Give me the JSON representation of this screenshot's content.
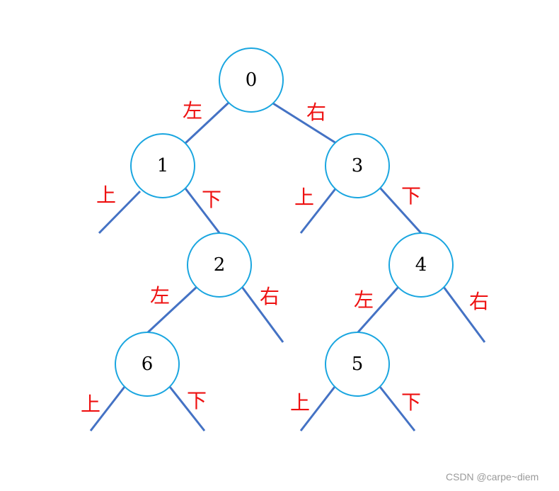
{
  "nodes": [
    {
      "id": "n0",
      "label": "0"
    },
    {
      "id": "n1",
      "label": "1"
    },
    {
      "id": "n3",
      "label": "3"
    },
    {
      "id": "n2",
      "label": "2"
    },
    {
      "id": "n4",
      "label": "4"
    },
    {
      "id": "n6",
      "label": "6"
    },
    {
      "id": "n5",
      "label": "5"
    }
  ],
  "edges": [
    {
      "from": "n0",
      "to": "n1",
      "label": "左"
    },
    {
      "from": "n0",
      "to": "n3",
      "label": "右"
    },
    {
      "from": "n1",
      "to": null,
      "label": "上"
    },
    {
      "from": "n1",
      "to": "n2",
      "label": "下"
    },
    {
      "from": "n3",
      "to": null,
      "label": "上"
    },
    {
      "from": "n3",
      "to": "n4",
      "label": "下"
    },
    {
      "from": "n2",
      "to": "n6",
      "label": "左"
    },
    {
      "from": "n2",
      "to": null,
      "label": "右"
    },
    {
      "from": "n4",
      "to": "n5",
      "label": "左"
    },
    {
      "from": "n4",
      "to": null,
      "label": "右"
    },
    {
      "from": "n6",
      "to": null,
      "label": "上"
    },
    {
      "from": "n6",
      "to": null,
      "label": "下"
    },
    {
      "from": "n5",
      "to": null,
      "label": "上"
    },
    {
      "from": "n5",
      "to": null,
      "label": "下"
    }
  ],
  "colors": {
    "node_stroke": "#1aa6e0",
    "edge": "#4472c4",
    "edge_label": "#ee1111"
  },
  "watermark": "CSDN @carpe~diem"
}
